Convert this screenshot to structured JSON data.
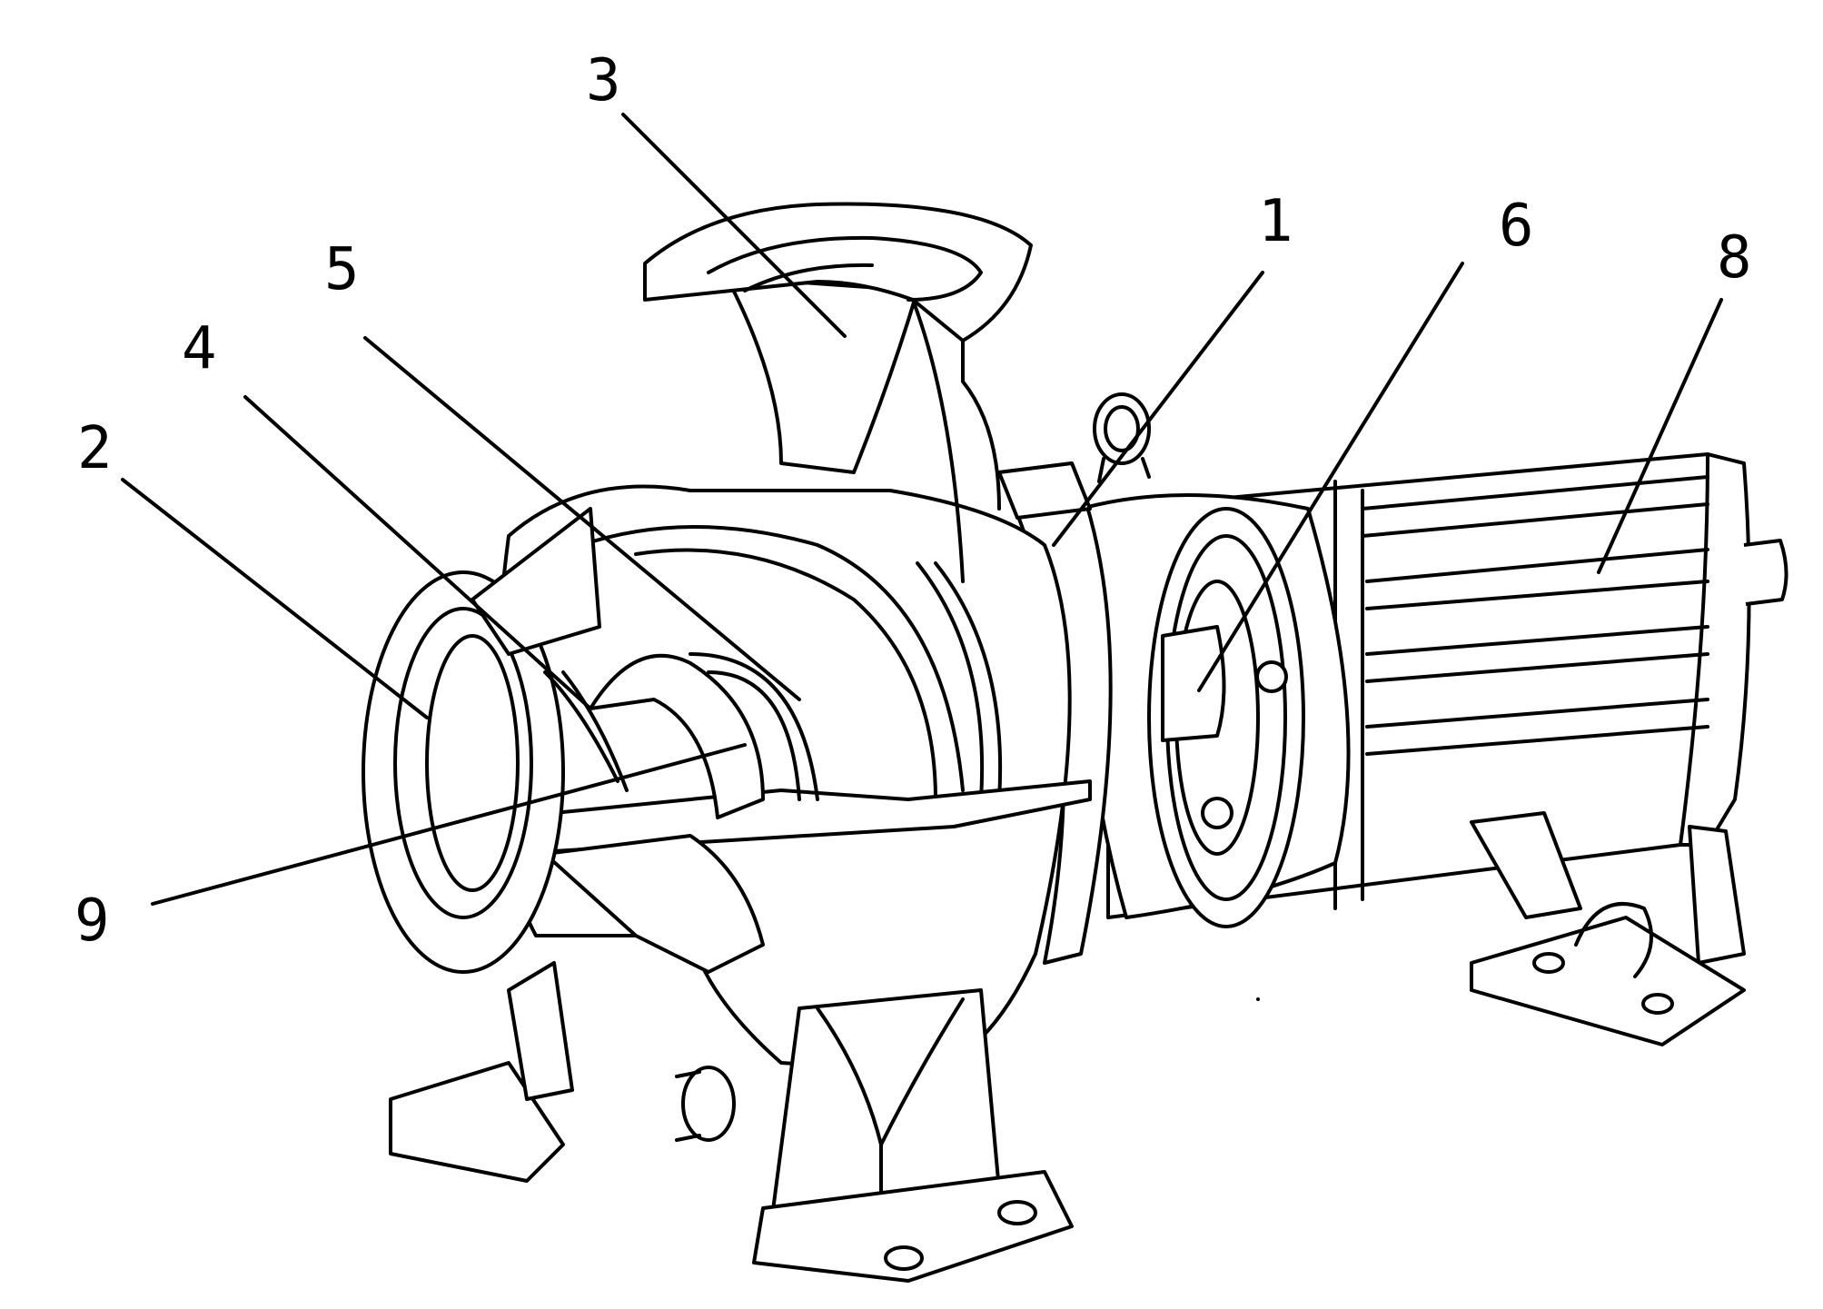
{
  "callouts": [
    {
      "id": "c1",
      "label": "1"
    },
    {
      "id": "c2",
      "label": "2"
    },
    {
      "id": "c3",
      "label": "3"
    },
    {
      "id": "c4",
      "label": "4"
    },
    {
      "id": "c5",
      "label": "5"
    },
    {
      "id": "c6",
      "label": "6"
    },
    {
      "id": "c8",
      "label": "8"
    },
    {
      "id": "c9",
      "label": "9"
    }
  ]
}
